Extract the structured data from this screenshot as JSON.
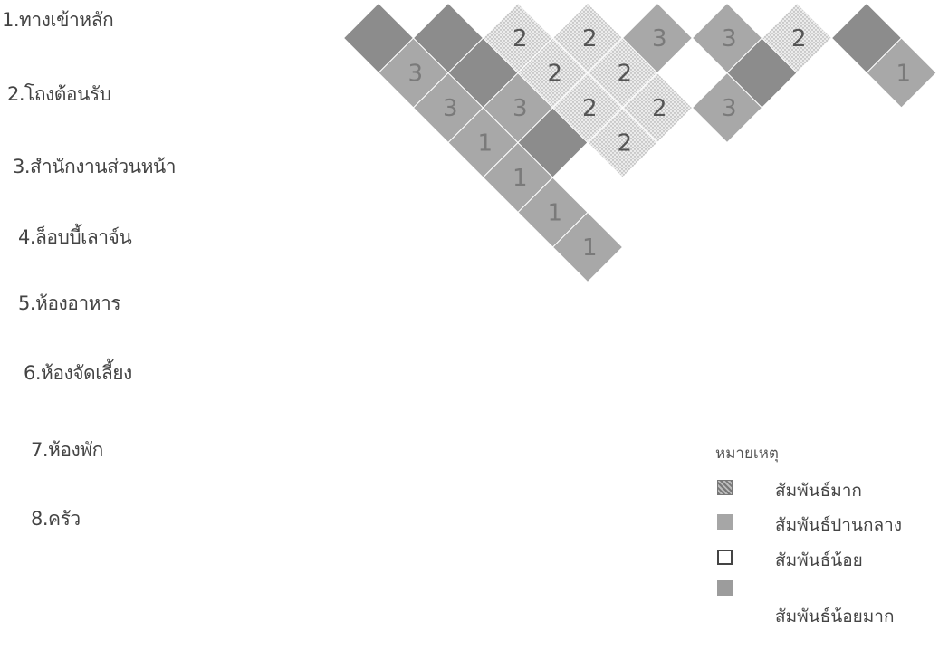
{
  "rooms": [
    "1.ทางเข้าหลัก",
    "2.โถงต้อนรับ",
    "3.สำนักงานส่วนหน้า",
    "4.ล็อบบี้เลาจ์น",
    "5.ห้องอาหาร",
    "6.ห้องจัดเลี้ยง",
    "7.ห้องพัก",
    "8.ครัว"
  ],
  "matrix_cells": [
    {
      "a": 1,
      "b": 2,
      "code": "",
      "level": "strong"
    },
    {
      "a": 1,
      "b": 3,
      "code": "3",
      "level": "medium"
    },
    {
      "a": 1,
      "b": 4,
      "code": "3",
      "level": "medium"
    },
    {
      "a": 1,
      "b": 5,
      "code": "1",
      "level": "medium"
    },
    {
      "a": 1,
      "b": 6,
      "code": "1",
      "level": "medium"
    },
    {
      "a": 1,
      "b": 7,
      "code": "1",
      "level": "medium"
    },
    {
      "a": 1,
      "b": 8,
      "code": "1",
      "level": "medium"
    },
    {
      "a": 2,
      "b": 3,
      "code": "",
      "level": "strong"
    },
    {
      "a": 2,
      "b": 4,
      "code": "",
      "level": "strong"
    },
    {
      "a": 2,
      "b": 5,
      "code": "3",
      "level": "medium"
    },
    {
      "a": 2,
      "b": 6,
      "code": "",
      "level": "strong"
    },
    {
      "a": 2,
      "b": 7,
      "code": "",
      "level": "empty"
    },
    {
      "a": 3,
      "b": 4,
      "code": "2",
      "level": "weak"
    },
    {
      "a": 3,
      "b": 5,
      "code": "2",
      "level": "weak"
    },
    {
      "a": 3,
      "b": 6,
      "code": "2",
      "level": "weak"
    },
    {
      "a": 3,
      "b": 7,
      "code": "2",
      "level": "weak"
    },
    {
      "a": 4,
      "b": 5,
      "code": "2",
      "level": "weak"
    },
    {
      "a": 4,
      "b": 6,
      "code": "2",
      "level": "weak"
    },
    {
      "a": 4,
      "b": 7,
      "code": "2",
      "level": "weak"
    },
    {
      "a": 5,
      "b": 6,
      "code": "3",
      "level": "medium"
    },
    {
      "a": 5,
      "b": 7,
      "code": "",
      "level": "empty"
    },
    {
      "a": 5,
      "b": 8,
      "code": "3",
      "level": "medium"
    },
    {
      "a": 6,
      "b": 7,
      "code": "3",
      "level": "medium"
    },
    {
      "a": 6,
      "b": 8,
      "code": "",
      "level": "strong"
    },
    {
      "a": 7,
      "b": 8,
      "code": "2",
      "level": "weak"
    },
    {
      "a": 8,
      "b": 9,
      "code": "",
      "level": "strong"
    },
    {
      "a": 8,
      "b": 10,
      "code": "1",
      "level": "medium"
    }
  ],
  "legend": {
    "title": "หมายเหตุ",
    "items": [
      {
        "label": "สัมพันธ์มาก",
        "color": "#8a8a8a",
        "pattern": "dots"
      },
      {
        "label": "สัมพันธ์ปานกลาง",
        "color": "#a6a6a6",
        "pattern": "solid"
      },
      {
        "label": "สัมพันธ์น้อย",
        "color": "#ffffff",
        "pattern": "outline"
      },
      {
        "label": "สัมพันธ์น้อยมาก",
        "color": "#9c9c9c",
        "pattern": "solid"
      }
    ]
  },
  "colors": {
    "strong": "#8c8c8c",
    "medium": "#a8a8a8",
    "weak": "#e2e2e2",
    "empty": "#ffffff",
    "code_text": "#7a7a7a"
  }
}
